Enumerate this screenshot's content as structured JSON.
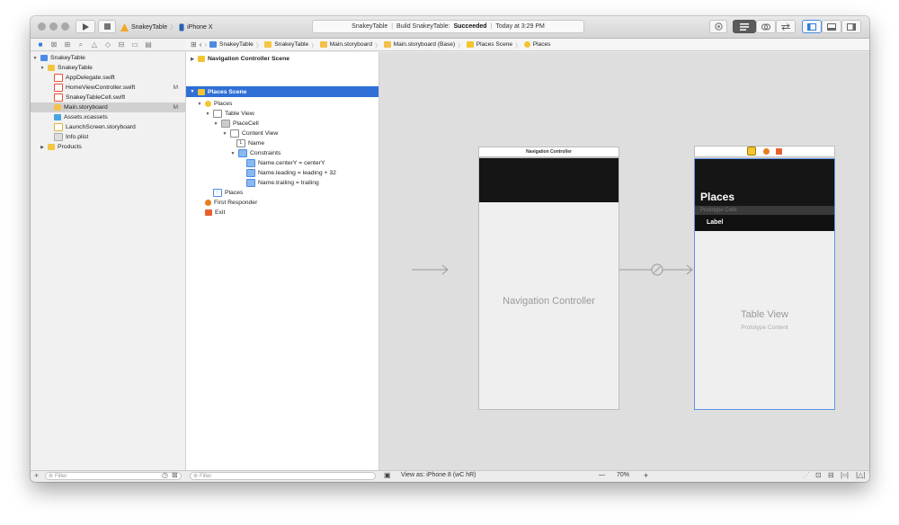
{
  "titlebar": {
    "scheme_project": "SnakeyTable",
    "scheme_device": "iPhone X",
    "status_project": "SnakeyTable",
    "status_prefix": "Build SnakeyTable:",
    "status_result": "Succeeded",
    "status_time": "Today at 3:29 PM"
  },
  "jumpbar": {
    "crumbs": [
      "SnakeyTable",
      "SnakeyTable",
      "Main.storyboard",
      "Main.storyboard (Base)",
      "Places Scene",
      "Places"
    ]
  },
  "navigator": {
    "items": [
      {
        "label": "SnakeyTable",
        "badge": ""
      },
      {
        "label": "SnakeyTable",
        "badge": ""
      },
      {
        "label": "AppDelegate.swift",
        "badge": ""
      },
      {
        "label": "HomeViewController.swift",
        "badge": "M"
      },
      {
        "label": "SnakeyTableCell.swift",
        "badge": ""
      },
      {
        "label": "Main.storyboard",
        "badge": "M"
      },
      {
        "label": "Assets.xcassets",
        "badge": ""
      },
      {
        "label": "LaunchScreen.storyboard",
        "badge": ""
      },
      {
        "label": "Info.plist",
        "badge": ""
      },
      {
        "label": "Products",
        "badge": ""
      }
    ],
    "filter_placeholder": "Filter"
  },
  "outline": {
    "items": [
      "Navigation Controller Scene",
      "Places Scene",
      "Places",
      "Table View",
      "PlaceCell",
      "Content View",
      "Name",
      "Constraints",
      "Name.centerY = centerY",
      "Name.leading = leading + 32",
      "Name.trailing = trailing",
      "Places",
      "First Responder",
      "Exit"
    ],
    "filter_placeholder": "Filter"
  },
  "canvas": {
    "nav_controller_title": "Navigation Controller",
    "nav_controller_body": "Navigation Controller",
    "places_title": "Places",
    "prototype_cells": "Prototype Cells",
    "cell_label": "Label",
    "table_view": "Table View",
    "prototype_content": "Prototype Content"
  },
  "bottombar": {
    "view_as": "View as: iPhone 8 (wC hR)",
    "zoom_minus": "—",
    "zoom": "70%",
    "zoom_plus": "+"
  },
  "colors": {
    "selection": "#2f6fd6",
    "folder": "#f4c542",
    "swift": "#f05138",
    "storyboard": "#f3c04a",
    "assets": "#4aa3df"
  }
}
